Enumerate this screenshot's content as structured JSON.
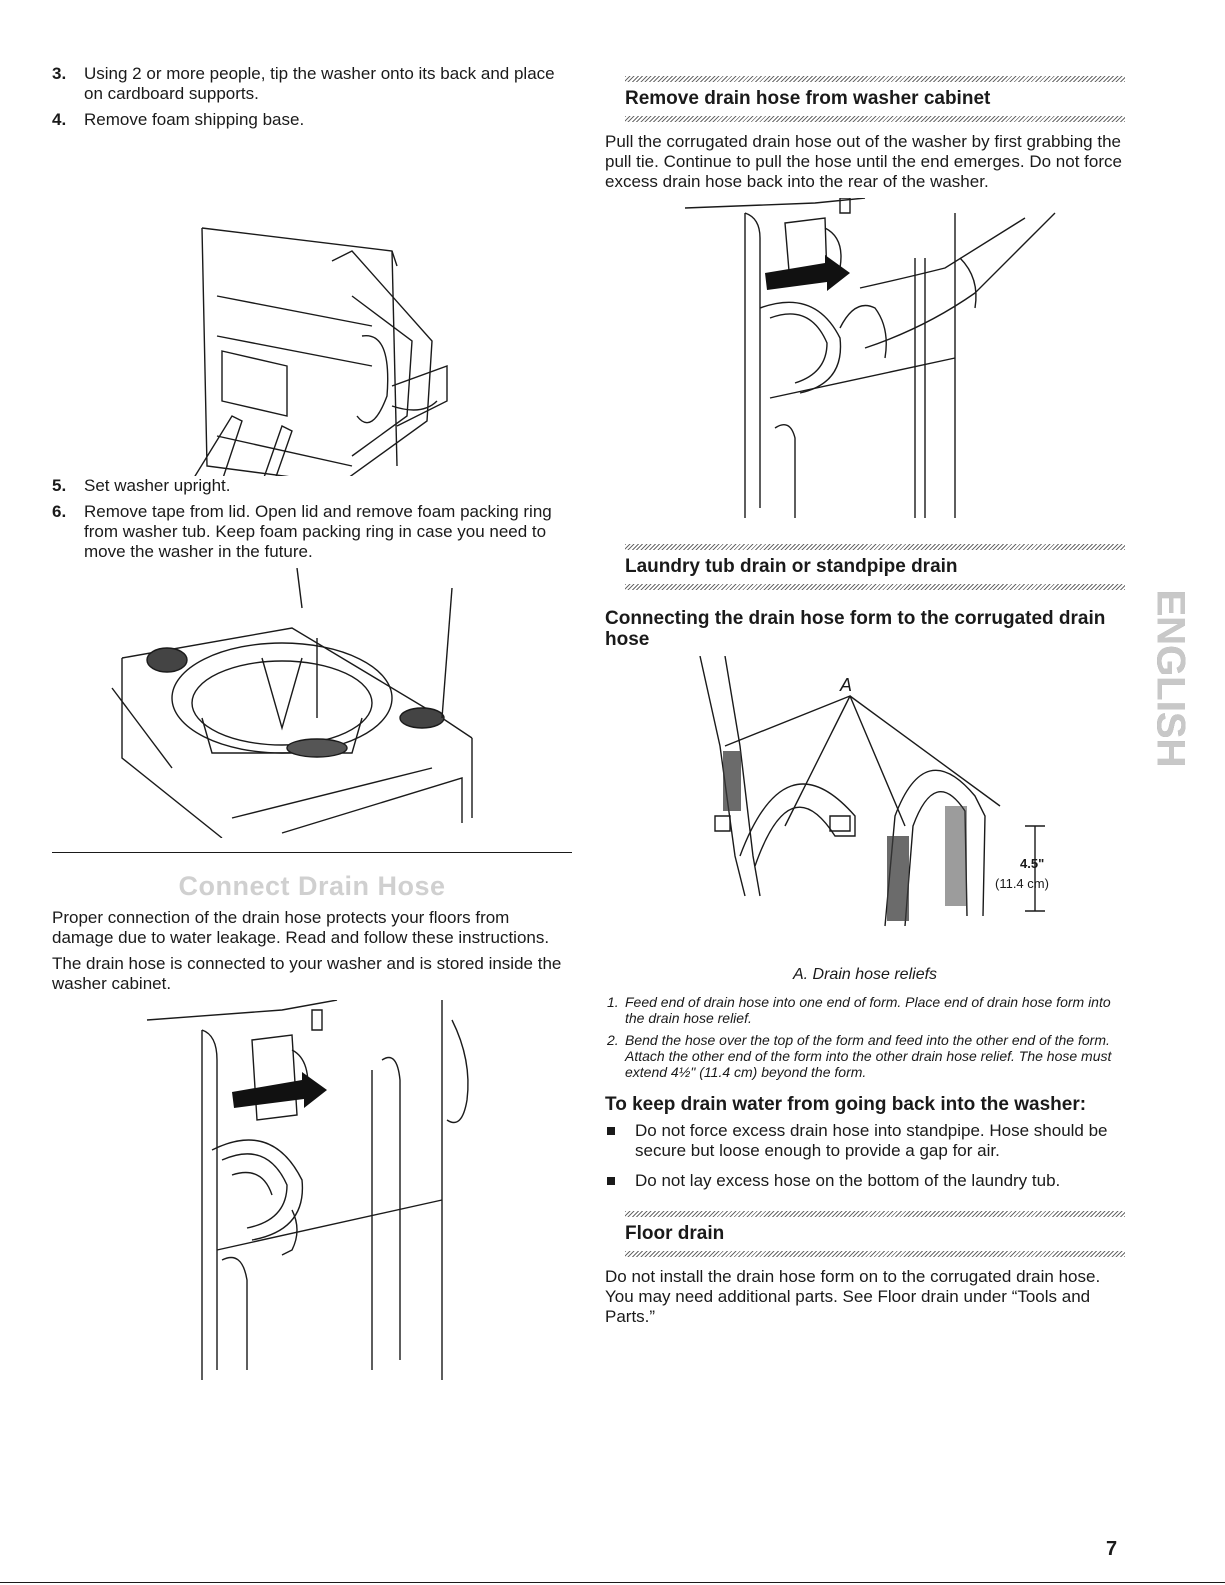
{
  "left": {
    "steps_a": [
      {
        "num": "3.",
        "text": "Using 2 or more people, tip the washer onto its back and place on cardboard supports."
      },
      {
        "num": "4.",
        "text": "Remove foam shipping base."
      }
    ],
    "steps_b": [
      {
        "num": "5.",
        "text": "Set washer upright."
      },
      {
        "num": "6.",
        "text": "Remove tape from lid. Open lid and remove foam packing ring from washer tub. Keep foam packing ring in case you need to move the washer in the future."
      }
    ],
    "section_title": "Connect Drain Hose",
    "para1": "Proper connection of the drain hose protects your floors from damage due to water leakage. Read and follow these instructions.",
    "para2": "The drain hose is connected to your washer and is stored inside the washer cabinet."
  },
  "right": {
    "head_remove": "Remove drain hose from washer cabinet",
    "remove_para": "Pull the corrugated drain hose out of the washer by first grabbing the pull tie. Continue to pull the hose until the end emerges. Do not force excess drain hose back into the rear of the washer.",
    "head_laundry": "Laundry tub drain or standpipe drain",
    "sub_connecting": "Connecting the drain hose form to the corrugated drain hose",
    "figure_label_a": "A",
    "dim_inches": "4.5\"",
    "dim_cm": "(11.4 cm)",
    "caption_a": "A. Drain hose reliefs",
    "small_steps": [
      {
        "num": "1.",
        "text": "Feed end of drain hose into one end of form. Place end of drain hose form into the drain hose relief."
      },
      {
        "num": "2.",
        "text": "Bend the hose over the top of the form and feed into the other end of the form. Attach the other end of the form into the other drain hose relief. The hose must extend 4½\" (11.4 cm) beyond the form."
      }
    ],
    "sub_keep": "To keep drain water from going back into the washer:",
    "bullets": [
      "Do not force excess drain hose into standpipe. Hose should be secure but loose enough to provide a gap for air.",
      "Do not lay excess hose on the bottom of the laundry tub."
    ],
    "head_floor": "Floor drain",
    "floor_para": "Do not install the drain hose form on to the corrugated drain hose. You may need additional parts. See Floor drain under “Tools and Parts.”"
  },
  "side_tab": "ENGLISH",
  "page_number": "7"
}
